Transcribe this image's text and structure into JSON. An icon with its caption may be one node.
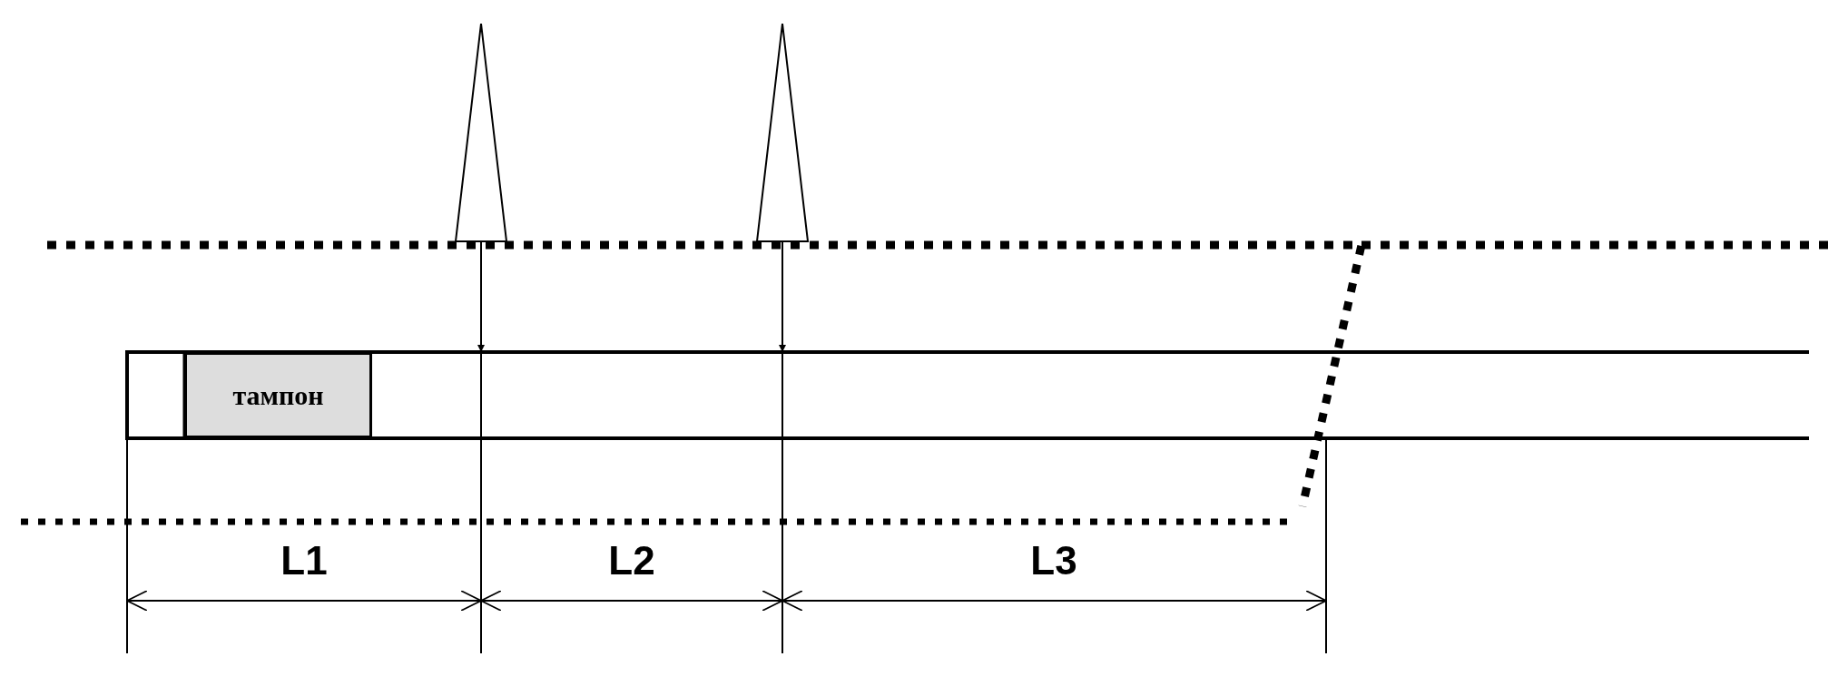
{
  "diagram": {
    "nodes": [
      {
        "text": [
          "тампон"
        ]
      }
    ],
    "labels": [
      "L1",
      "L2",
      "L3"
    ]
  }
}
